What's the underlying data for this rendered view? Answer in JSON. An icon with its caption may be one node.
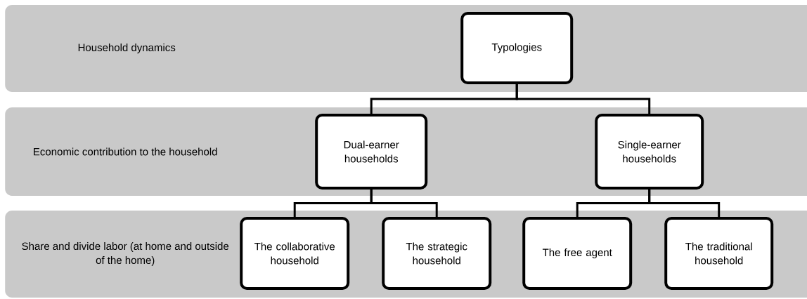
{
  "diagram": {
    "nodes": [
      {
        "text": [
          "Household dynamics"
        ]
      },
      {
        "text": [
          "Typologies"
        ],
        "in": 0
      },
      {
        "text": [
          "Economic contribution to the household"
        ]
      },
      {
        "text": [
          "Dual-earner households"
        ],
        "in": 2
      },
      {
        "text": [
          "Single-earner households"
        ],
        "in": 2
      },
      {
        "text": [
          "Share and divide labor (at home and outside of the home)"
        ]
      },
      {
        "text": [
          "The collaborative household"
        ],
        "in": 5
      },
      {
        "text": [
          "The strategic household"
        ],
        "in": 5
      },
      {
        "text": [
          "The free agent"
        ],
        "in": 5
      },
      {
        "text": [
          "The traditional household"
        ],
        "in": 5
      }
    ],
    "edges": [
      {
        "from": 1,
        "to": 3,
        "arrow": "none"
      },
      {
        "from": 1,
        "to": 4,
        "arrow": "none"
      },
      {
        "from": 3,
        "to": 6,
        "arrow": "none"
      },
      {
        "from": 3,
        "to": 7,
        "arrow": "none"
      },
      {
        "from": 4,
        "to": 8,
        "arrow": "none"
      },
      {
        "from": 4,
        "to": 9,
        "arrow": "none"
      }
    ]
  }
}
